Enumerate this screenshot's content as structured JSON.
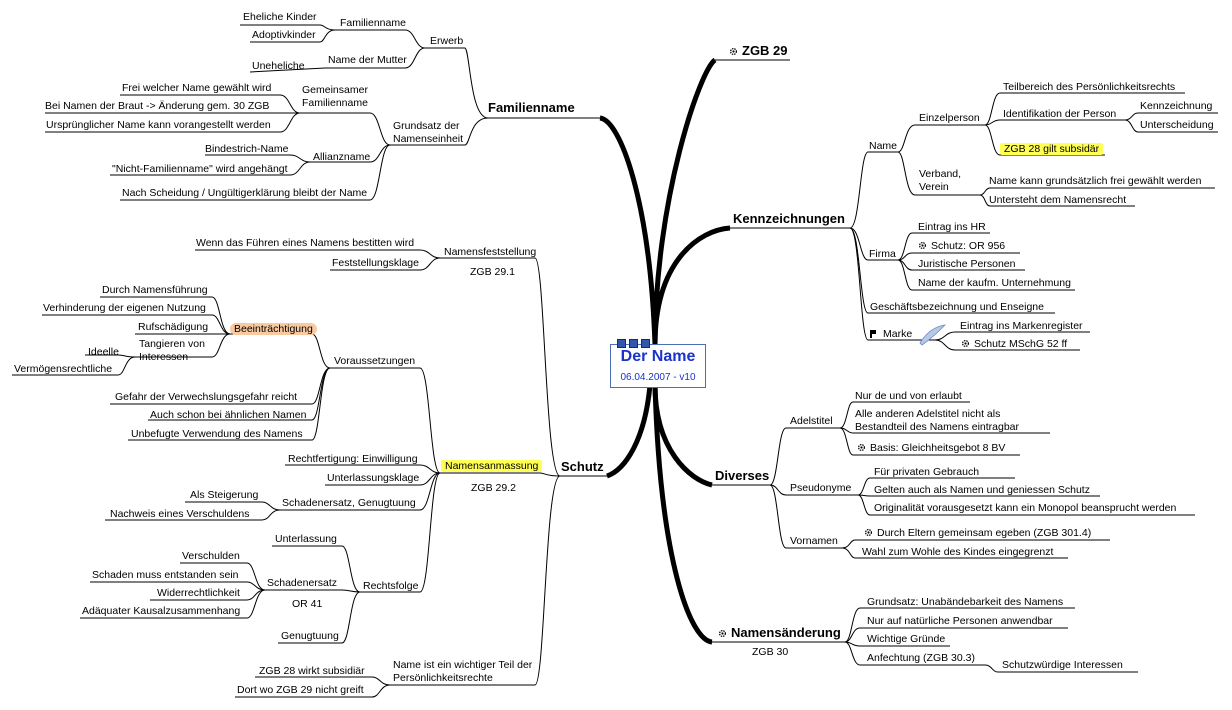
{
  "center": {
    "title": "Der Name",
    "subtitle": "06.04.2007 - v10"
  },
  "familienname": {
    "label": "Familienname",
    "erwerb": "Erwerb",
    "familienname_sub": "Familienname",
    "eheliche": "Eheliche Kinder",
    "adoptiv": "Adoptivkinder",
    "name_mutter": "Name der Mutter",
    "uneheliche": "Uneheliche",
    "grundsatz": "Grundsatz der Namenseinheit",
    "gemeinsamer": "Gemeinsamer Familienname",
    "frei": "Frei welcher Name gewählt wird",
    "braut": "Bei Namen der Braut -> Änderung gem. 30 ZGB",
    "urspruenglich": "Ursprünglicher Name kann vorangestellt werden",
    "allianzname": "Allianzname",
    "bindestrich": "Bindestrich-Name",
    "nicht_fam": "\"Nicht-Familienname\" wird angehängt",
    "scheidung": "Nach Scheidung / Ungültigerklärung bleibt der Name"
  },
  "schutz": {
    "label": "Schutz",
    "feststellung": "Namensfeststellung",
    "zgb291": "ZGB 29.1",
    "wenn": "Wenn das Führen eines Namens bestitten wird",
    "feststellungsklage": "Feststellungsklage",
    "anmassung": "Namensanmassung",
    "zgb292": "ZGB 29.2",
    "voraussetzungen": "Voraussetzungen",
    "beeintraechtigung": "Beeinträchtigung",
    "durch": "Durch Namensführung",
    "verhinderung": "Verhinderung der eigenen Nutzung",
    "rufschaedigung": "Rufschädigung",
    "tangieren": "Tangieren von Interessen",
    "ideelle": "Ideelle",
    "vermoegen": "Vermögensrechtliche",
    "gefahr": "Gefahr der Verwechslungsgefahr reicht",
    "aehnlich": "Auch schon bei ähnlichen Namen",
    "unbefugt": "Unbefugte Verwendung des Namens",
    "rechtfertigung": "Rechtfertigung: Einwilligung",
    "unterlassungsklage": "Unterlassungsklage",
    "schadenersatz_gen": "Schadenersatz, Genugtuung",
    "steigerung": "Als Steigerung",
    "nachweis": "Nachweis eines Verschuldens",
    "rechtsfolge": "Rechtsfolge",
    "unterlassung": "Unterlassung",
    "schadenersatz": "Schadenersatz",
    "or41": "OR 41",
    "verschulden": "Verschulden",
    "schaden": "Schaden muss entstanden sein",
    "widerrecht": "Widerrechtlichkeit",
    "adaequat": "Adäquater Kausalzusammenhang",
    "genugtuung": "Genugtuung",
    "wichtig": "Name ist ein wichtiger Teil der Persönlichkeitsrechte",
    "zgb28": "ZGB 28 wirkt subsidiär",
    "dort": "Dort wo ZGB 29 nicht greift"
  },
  "zgb29": {
    "label": "ZGB 29"
  },
  "kennzeichnungen": {
    "label": "Kennzeichnungen",
    "name": "Name",
    "einzelperson": "Einzelperson",
    "teilbereich": "Teilbereich des Persönlichkeitsrechts",
    "identifikation": "Identifikation der Person",
    "kennzeichnung": "Kennzeichnung",
    "unterscheidung": "Unterscheidung",
    "zgb28": "ZGB 28 gilt subsidär",
    "verband": "Verband, Verein",
    "frei_gewaehlt": "Name kann grundsätzlich frei gewählt werden",
    "untersteht": "Untersteht dem Namensrecht",
    "firma": "Firma",
    "hr": "Eintrag ins HR",
    "or956": "Schutz: OR 956",
    "juristische": "Juristische Personen",
    "kaufm": "Name der kaufm. Unternehmung",
    "geschaefts": "Geschäftsbezeichnung und Enseigne",
    "marke": "Marke",
    "markenregister": "Eintrag ins Markenregister",
    "mschg": "Schutz MSchG 52 ff"
  },
  "diverses": {
    "label": "Diverses",
    "adelstitel": "Adelstitel",
    "nur": "Nur de und von erlaubt",
    "alle": "Alle anderen Adelstitel nicht als Bestandteil des Namens eintragbar",
    "basis": "Basis: Gleichheitsgebot 8 BV",
    "pseudonyme": "Pseudonyme",
    "privat": "Für privaten Gebrauch",
    "gelten": "Gelten auch als Namen und geniessen Schutz",
    "originalitaet": "Originalität vorausgesetzt kann ein Monopol beansprucht werden",
    "vornamen": "Vornamen",
    "eltern": "Durch Eltern gemeinsam egeben (ZGB 301.4)",
    "wahl": "Wahl zum Wohle des Kindes eingegrenzt"
  },
  "namensaenderung": {
    "label": "Namensänderung",
    "zgb30": "ZGB 30",
    "grundsatz": "Grundsatz: Unabändebarkeit des Namens",
    "natuerlich": "Nur auf natürliche Personen anwendbar",
    "wichtige": "Wichtige Gründe",
    "anfechtung": "Anfechtung (ZGB 30.3)",
    "schutzwuerdig": "Schutzwürdige Interessen"
  }
}
